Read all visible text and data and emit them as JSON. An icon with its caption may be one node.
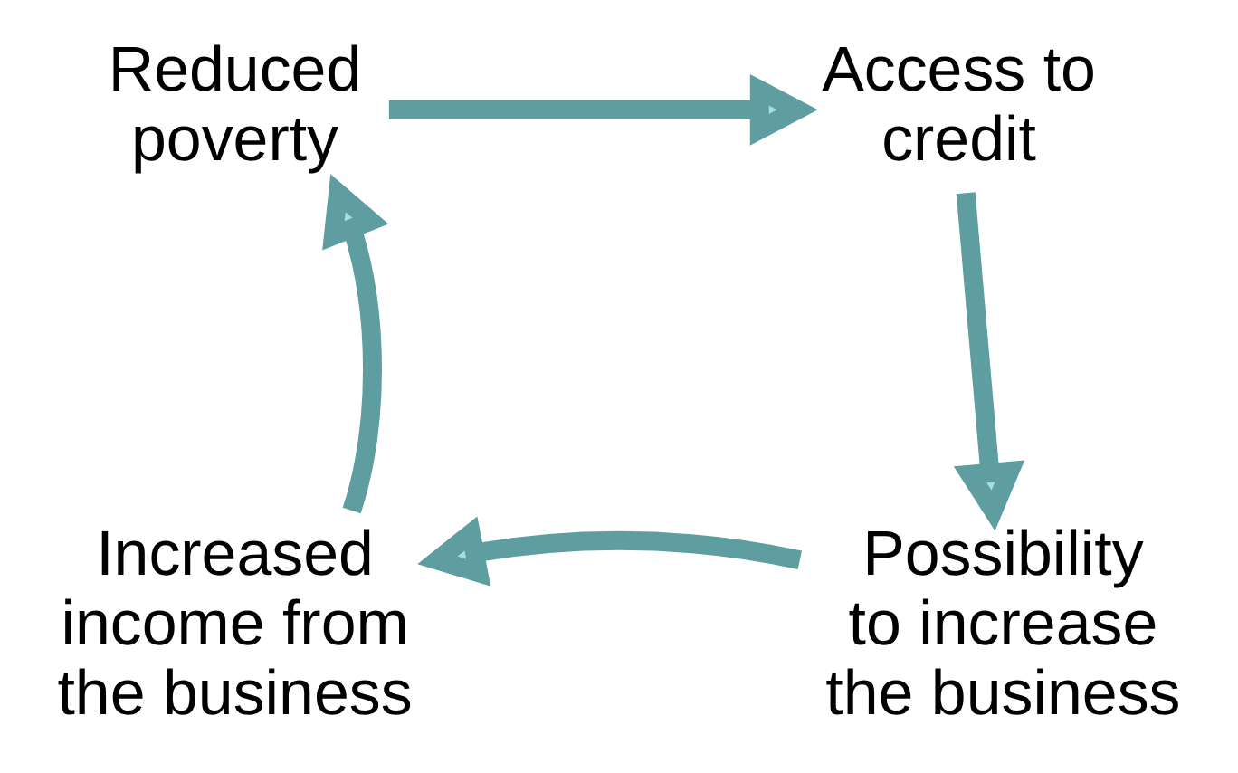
{
  "diagram": {
    "nodes": [
      {
        "text": [
          "Reduced poverty"
        ]
      },
      {
        "text": [
          "Access to credit"
        ]
      },
      {
        "text": [
          "Possibility to increase the business"
        ]
      },
      {
        "text": [
          "Increased income from the business"
        ]
      }
    ],
    "edges": [
      {
        "from": 0,
        "to": 1,
        "arrow": "to"
      },
      {
        "from": 1,
        "to": 2,
        "arrow": "to"
      },
      {
        "from": 2,
        "to": 3,
        "arrow": "to"
      },
      {
        "from": 3,
        "to": 0,
        "arrow": "to"
      }
    ]
  }
}
